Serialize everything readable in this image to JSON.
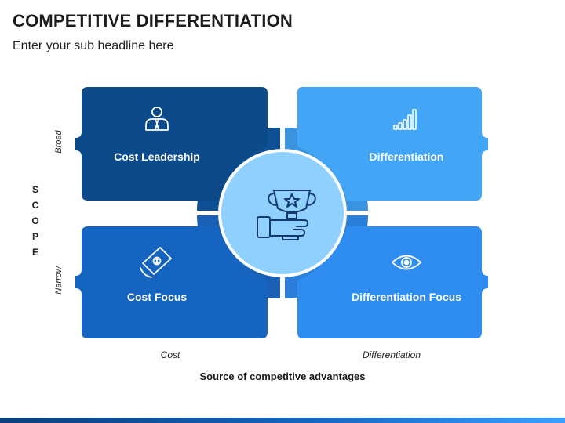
{
  "header": {
    "title": "COMPETITIVE DIFFERENTIATION",
    "subtitle": "Enter your sub headline here"
  },
  "quadrants": [
    {
      "label": "Cost Leadership",
      "icon": "businessman-icon",
      "color": "#0d4a8a"
    },
    {
      "label": "Differentiation",
      "icon": "bar-chart-icon",
      "color": "#42a5f5"
    },
    {
      "label": "Cost Focus",
      "icon": "money-hand-icon",
      "color": "#1565c0"
    },
    {
      "label": "Differentiation Focus",
      "icon": "eye-icon",
      "color": "#2f8cf0"
    }
  ],
  "center": {
    "icon": "trophy-hand-icon",
    "color": "#8fd0ff"
  },
  "y_axis": {
    "title_letters": [
      "S",
      "C",
      "O",
      "P",
      "E"
    ],
    "top_label": "Broad",
    "bottom_label": "Narrow"
  },
  "x_axis": {
    "left_label": "Cost",
    "right_label": "Differentiation",
    "title": "Source of competitive advantages"
  }
}
